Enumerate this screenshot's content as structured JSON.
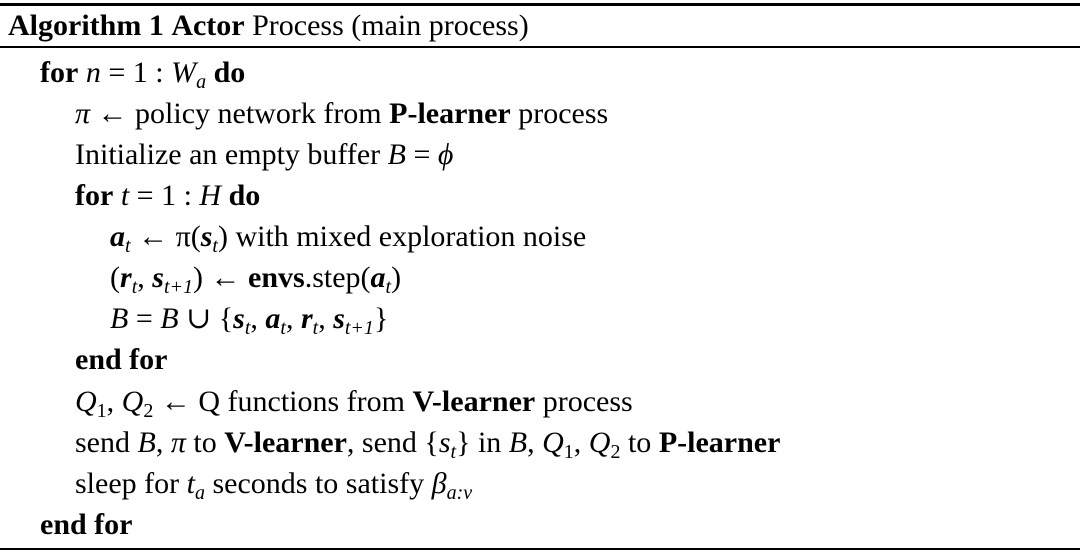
{
  "caption": {
    "label": "Algorithm 1",
    "name": "Actor",
    "rest": "Process (main process)"
  },
  "lines": {
    "l1": {
      "kw_for": "for",
      "var": "n",
      "eq": " = 1 : ",
      "bound": "W",
      "bound_sub": "a",
      "kw_do": "do"
    },
    "l2": {
      "pi": "π",
      "arrow": " ← ",
      "text1": "policy network from ",
      "bold": "P-learner",
      "text2": " process"
    },
    "l3": {
      "text": "Initialize an empty buffer ",
      "var": "B",
      "eq": " = ",
      "phi": "ϕ"
    },
    "l4": {
      "kw_for": "for",
      "var": "t",
      "eq": " = 1 : ",
      "bound": "H",
      "kw_do": "do"
    },
    "l5": {
      "a": "a",
      "a_sub": "t",
      "arrow": " ← ",
      "pi": "π(",
      "s": "s",
      "s_sub": "t",
      "close": ")",
      "text": " with mixed exploration noise"
    },
    "l6": {
      "open": "(",
      "r": "r",
      "r_sub": "t",
      "comma": ", ",
      "s": "s",
      "s_sub": "t+1",
      "close": ")",
      "arrow": " ← ",
      "envs": "envs",
      "step": ".step(",
      "a": "a",
      "a_sub": "t",
      "close2": ")"
    },
    "l7": {
      "B1": "B",
      "eq": " = ",
      "B2": "B",
      "cup": " ∪ {",
      "s": "s",
      "s_sub": "t",
      "c1": ", ",
      "a": "a",
      "a_sub": "t",
      "c2": ", ",
      "r": "r",
      "r_sub": "t",
      "c3": ", ",
      "s2": "s",
      "s2_sub": "t+1",
      "close": "}"
    },
    "l8": {
      "text": "end for"
    },
    "l9": {
      "Q1": "Q",
      "Q1_sub": "1",
      "comma": ", ",
      "Q2": "Q",
      "Q2_sub": "2",
      "arrow": " ← ",
      "text1": "Q functions from ",
      "bold": "V-learner",
      "text2": " process"
    },
    "l10": {
      "text1": "send ",
      "B": "B",
      "comma": ", ",
      "pi": "π",
      "text2": " to ",
      "bold1": "V-learner",
      "text3": ", send {",
      "s": "s",
      "s_sub": "t",
      "text4": "} in ",
      "B2": "B",
      "c1": ", ",
      "Q1": "Q",
      "Q1_sub": "1",
      "c2": ", ",
      "Q2": "Q",
      "Q2_sub": "2",
      "text5": " to ",
      "bold2": "P-learner"
    },
    "l11": {
      "text1": "sleep for ",
      "t": "t",
      "t_sub": "a",
      "text2": " seconds to satisfy ",
      "beta": "β",
      "beta_sub": "a:v"
    },
    "l12": {
      "text": "end for"
    }
  }
}
